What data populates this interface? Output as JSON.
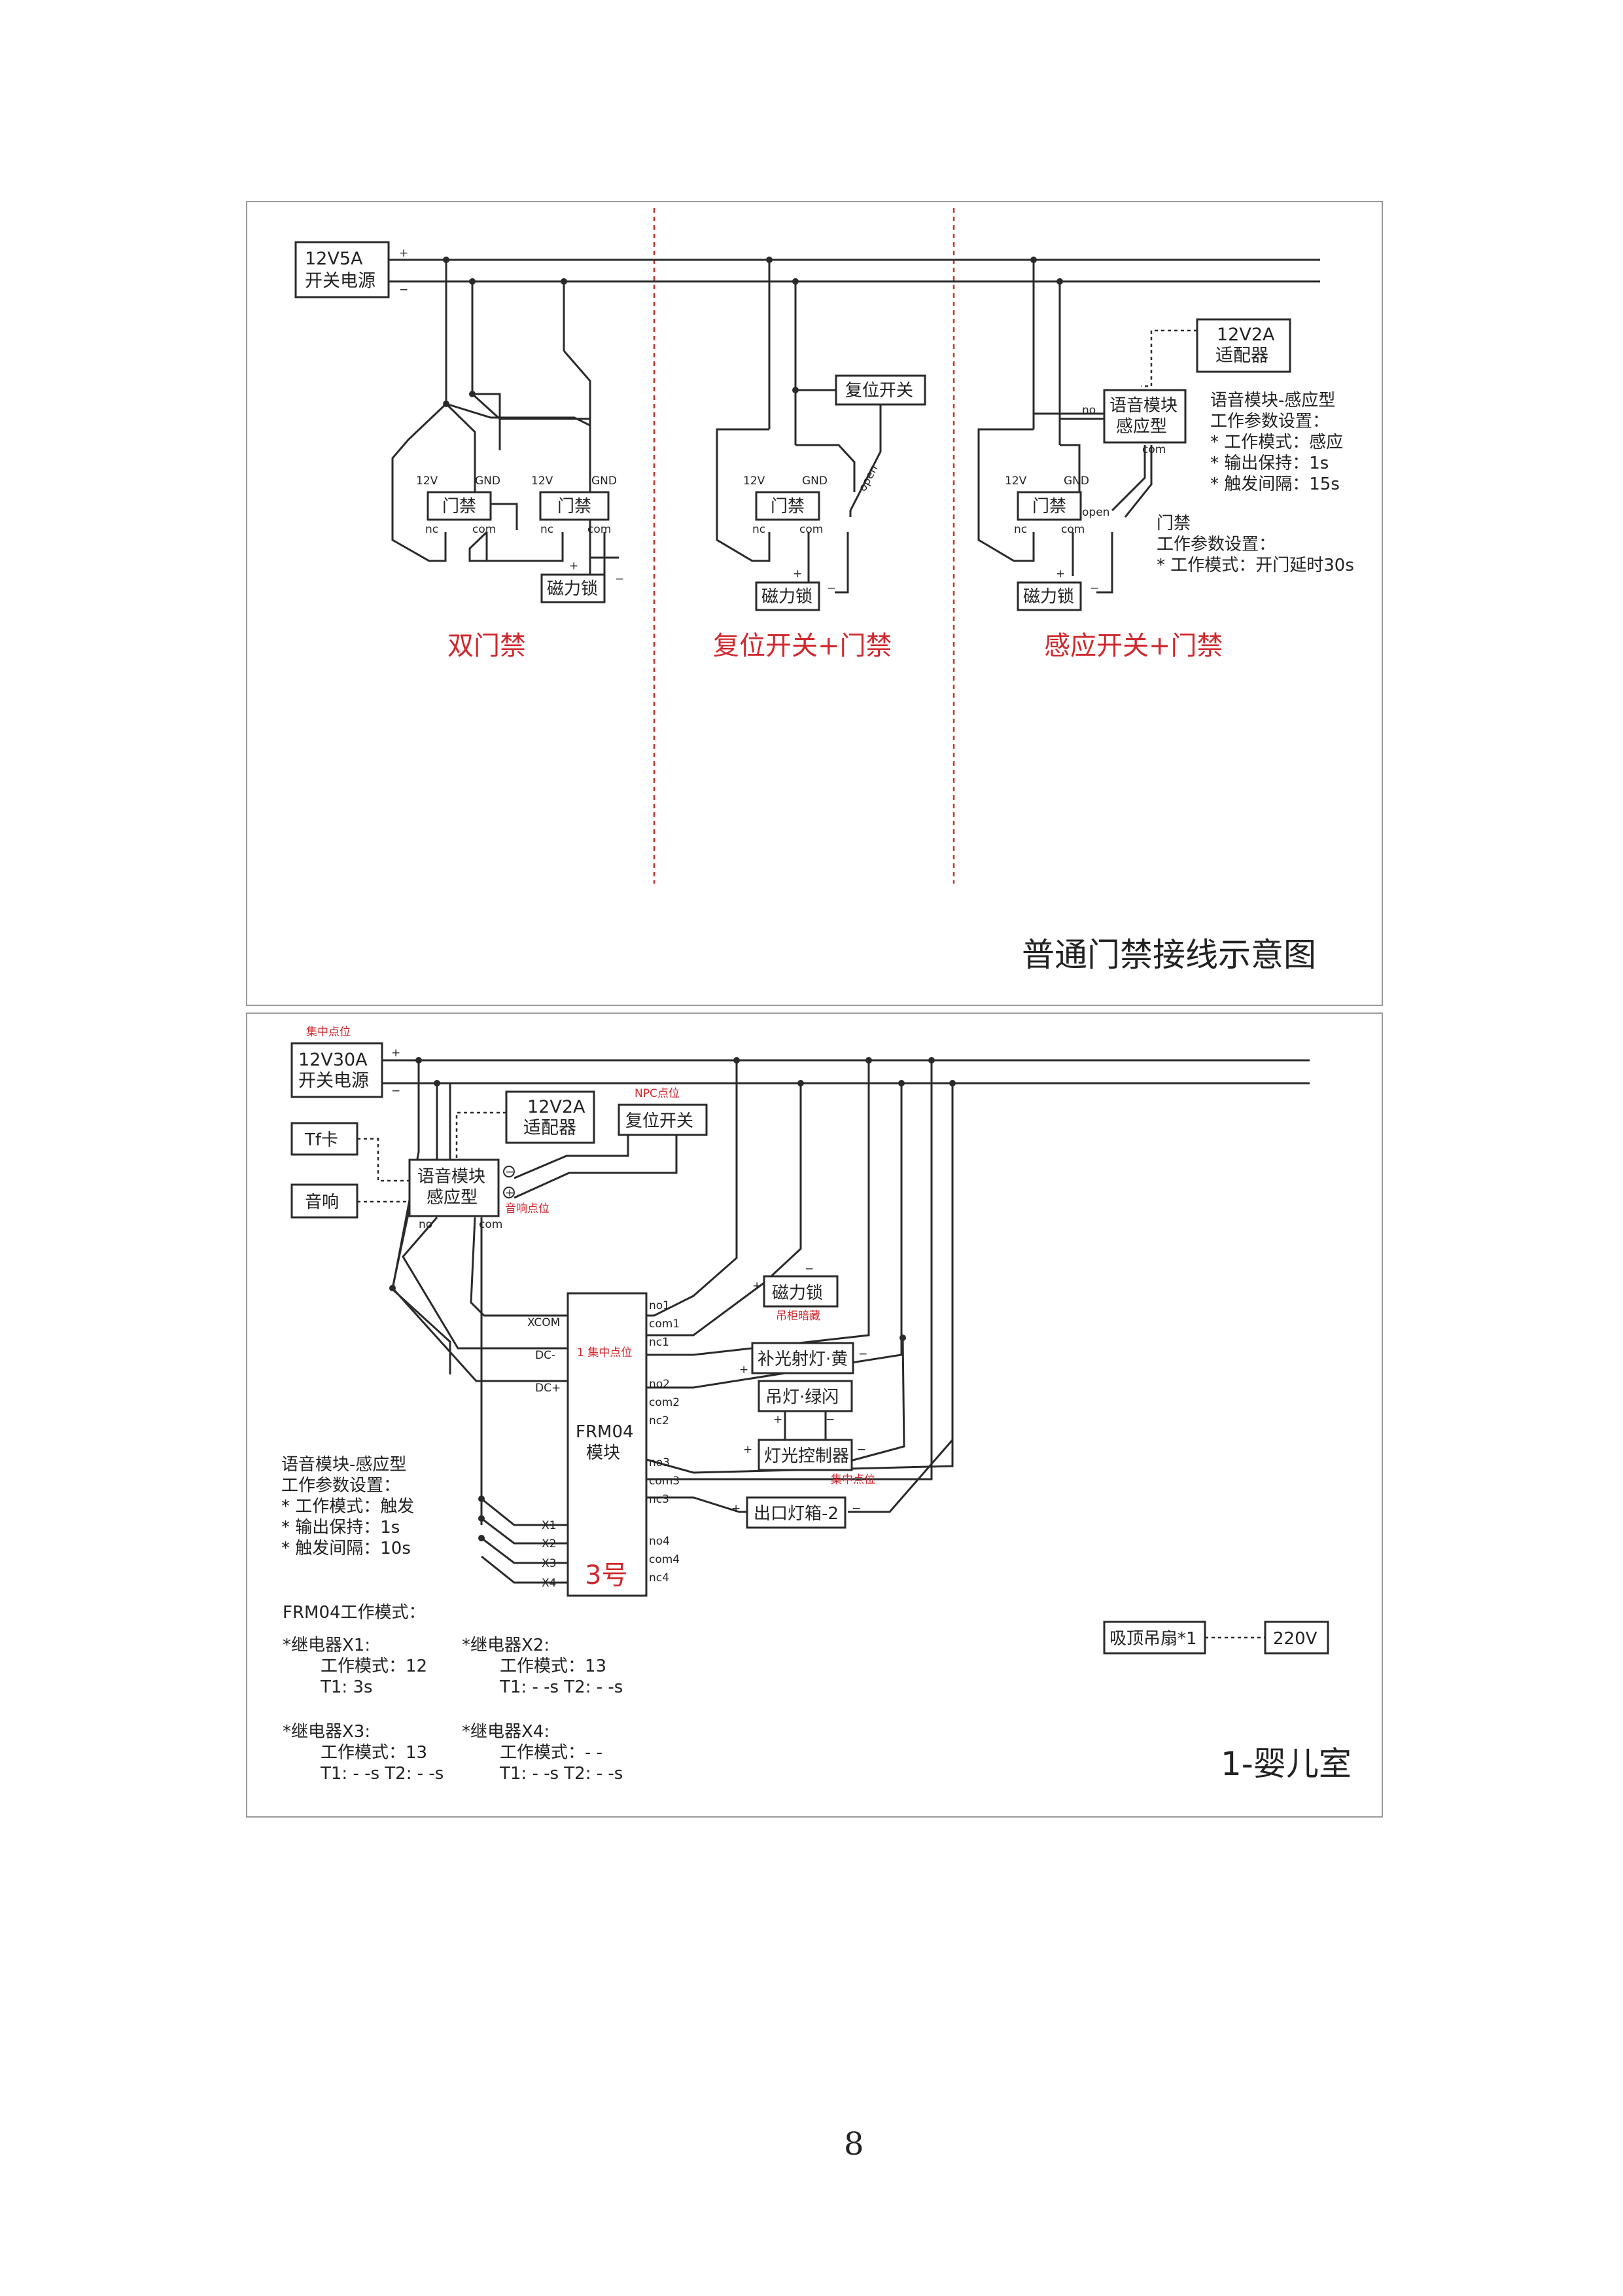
{
  "top": {
    "title": "普通门禁接线示意图",
    "psu": [
      "12V5A",
      "开关电源"
    ],
    "plus": "+",
    "minus": "−",
    "sections": [
      "双门禁",
      "复位开关+门禁",
      "感应开关+门禁"
    ],
    "door": "门禁",
    "lock": "磁力锁",
    "reset": "复位开关",
    "adapter": [
      "12V2A",
      "适配器"
    ],
    "voice": [
      "语音模块",
      "感应型"
    ],
    "pins": {
      "v12": "12V",
      "gnd": "GND",
      "nc": "nc",
      "com": "com",
      "no": "no",
      "open": "open"
    },
    "voice_params": [
      "语音模块-感应型",
      "工作参数设置：",
      "* 工作模式：感应",
      "* 输出保持：1s",
      "* 触发间隔：15s"
    ],
    "door_params": [
      "门禁",
      "工作参数设置：",
      "* 工作模式：开门延时30s"
    ]
  },
  "bottom": {
    "title": "1-婴儿室",
    "psu": [
      "12V30A",
      "开关电源"
    ],
    "adapter": [
      "12V2A",
      "适配器"
    ],
    "reset": "复位开关",
    "tf": "Tf卡",
    "speaker": "音响",
    "voice": [
      "语音模块",
      "感应型"
    ],
    "module": [
      "FRM04",
      "模块"
    ],
    "module_no": "3号",
    "labels": {
      "jizhong": "集中点位",
      "npc": "NPC点位",
      "yinxiang": "音响点位",
      "jizhong1": "1 集中点位",
      "diaogui": "吊柜暗藏",
      "jizhong2": "集中点位"
    },
    "circle_minus": "−",
    "circle_plus": "+",
    "left_pins": [
      "XCOM",
      "DC-",
      "DC+",
      "X1",
      "X2",
      "X3",
      "X4"
    ],
    "right_pins": [
      "no1",
      "com1",
      "nc1",
      "no2",
      "com2",
      "nc2",
      "no3",
      "com3",
      "nc3",
      "no4",
      "com4",
      "nc4"
    ],
    "loads": {
      "lock": "磁力锁",
      "buguang": "补光射灯·黄",
      "diaodeng": "吊灯·绿闪",
      "controller": "灯光控制器",
      "exit": "出口灯箱-2"
    },
    "fan": "吸顶吊扇*1",
    "v220": "220V",
    "voice_params": [
      "语音模块-感应型",
      "工作参数设置：",
      "* 工作模式：触发",
      "* 输出保持：1s",
      "* 触发间隔：10s"
    ],
    "frm_title": "FRM04工作模式：",
    "x1": [
      "*继电器X1:",
      "工作模式：12",
      "T1: 3s"
    ],
    "x2": [
      "*继电器X2:",
      "工作模式：13",
      "T1: - -s   T2: - -s"
    ],
    "x3": [
      "*继电器X3:",
      "工作模式：13",
      "T1: - -s   T2: - -s"
    ],
    "x4": [
      "*继电器X4:",
      "工作模式：- -",
      "T1: - -s   T2: - -s"
    ]
  },
  "page_number": "8"
}
